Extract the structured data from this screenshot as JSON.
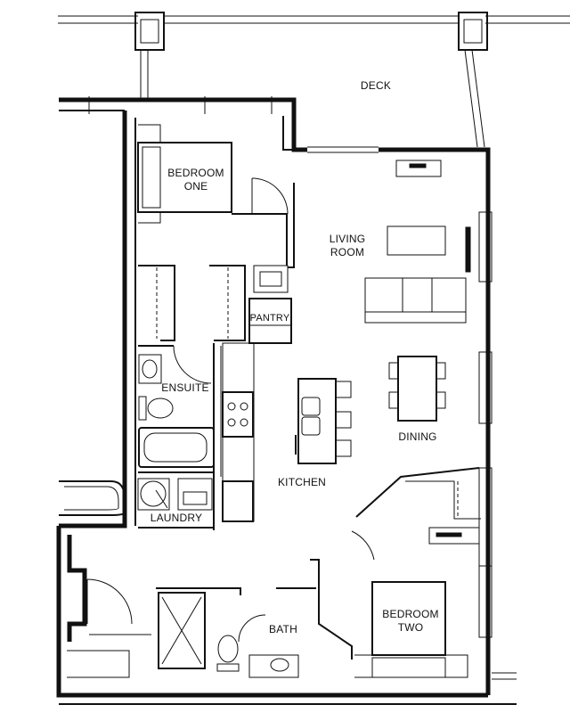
{
  "rooms": {
    "deck": "DECK",
    "bedroom_one_line1": "BEDROOM",
    "bedroom_one_line2": "ONE",
    "living_line1": "LIVING",
    "living_line2": "ROOM",
    "pantry": "PANTRY",
    "ensuite": "ENSUITE",
    "dining": "DINING",
    "kitchen": "KITCHEN",
    "laundry": "LAUNDRY",
    "bath": "BATH",
    "bedroom_two_line1": "BEDROOM",
    "bedroom_two_line2": "TWO"
  }
}
